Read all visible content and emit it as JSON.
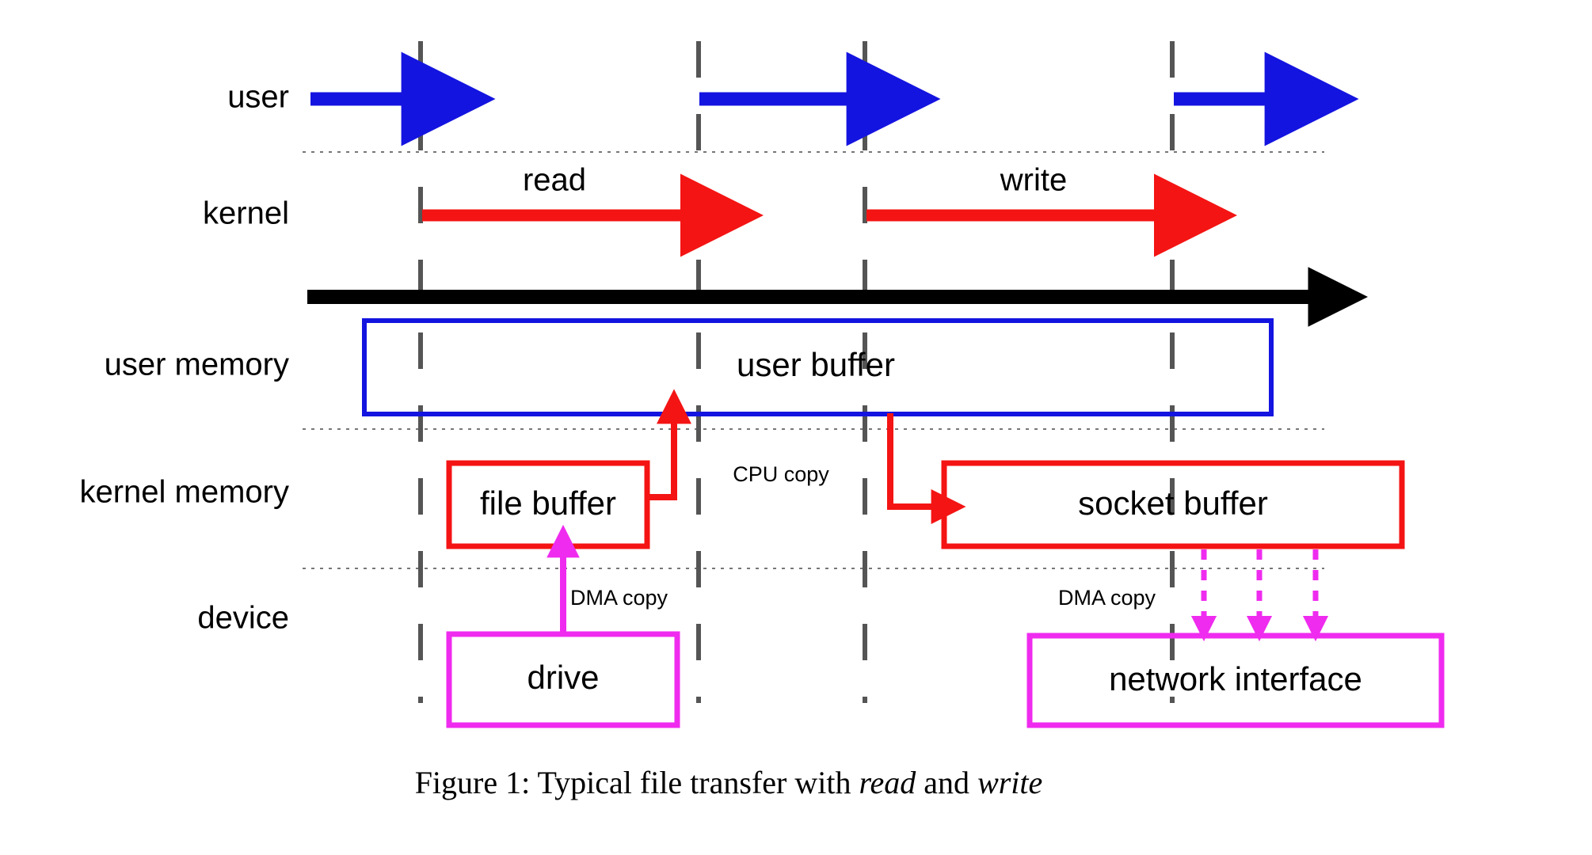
{
  "figure": {
    "caption_prefix": "Figure 1: Typical file transfer with ",
    "caption_em1": "read",
    "caption_mid": " and ",
    "caption_em2": "write"
  },
  "rows": [
    {
      "id": "user",
      "label": "user"
    },
    {
      "id": "kernel",
      "label": "kernel"
    },
    {
      "id": "user-memory",
      "label": "user memory"
    },
    {
      "id": "kernel-memory",
      "label": "kernel memory"
    },
    {
      "id": "device",
      "label": "device"
    }
  ],
  "syscalls": [
    {
      "id": "read",
      "label": "read"
    },
    {
      "id": "write",
      "label": "write"
    }
  ],
  "buffers": [
    {
      "id": "user-buffer",
      "label": "user buffer",
      "color": "#1414e0"
    },
    {
      "id": "file-buffer",
      "label": "file buffer",
      "color": "#f41414"
    },
    {
      "id": "socket-buffer",
      "label": "socket buffer",
      "color": "#f41414"
    },
    {
      "id": "drive",
      "label": "drive",
      "color": "#ef2bef"
    },
    {
      "id": "network-interface",
      "label": "network interface",
      "color": "#ef2bef"
    }
  ],
  "copies": [
    {
      "id": "cpu-copy",
      "label": "CPU copy"
    },
    {
      "id": "dma-copy-drive",
      "label": "DMA copy"
    },
    {
      "id": "dma-copy-nic",
      "label": "DMA copy"
    }
  ],
  "colors": {
    "user_arrow": "#1414e0",
    "kernel_arrow": "#f41414",
    "dma_arrow": "#ef2bef",
    "timeline": "#000000",
    "boundary": "#555555"
  },
  "chart_data": {
    "type": "diagram",
    "title": "Typical file transfer with read and write",
    "lanes": [
      "user",
      "kernel",
      "user memory",
      "kernel memory",
      "device"
    ],
    "context_switch_boundaries": 4,
    "transitions": [
      {
        "from": "user",
        "to": "kernel",
        "label": "read",
        "color": "#1414e0"
      },
      {
        "from": "kernel",
        "to": "user",
        "label": "read",
        "color": "#f41414"
      },
      {
        "from": "user",
        "to": "kernel",
        "label": "write",
        "color": "#1414e0"
      },
      {
        "from": "kernel",
        "to": "user",
        "label": "write",
        "color": "#f41414"
      }
    ],
    "data_copies": [
      {
        "from": "drive",
        "to": "file buffer",
        "kind": "DMA copy"
      },
      {
        "from": "file buffer",
        "to": "user buffer",
        "kind": "CPU copy"
      },
      {
        "from": "user buffer",
        "to": "socket buffer",
        "kind": "CPU copy"
      },
      {
        "from": "socket buffer",
        "to": "network interface",
        "kind": "DMA copy"
      }
    ]
  }
}
